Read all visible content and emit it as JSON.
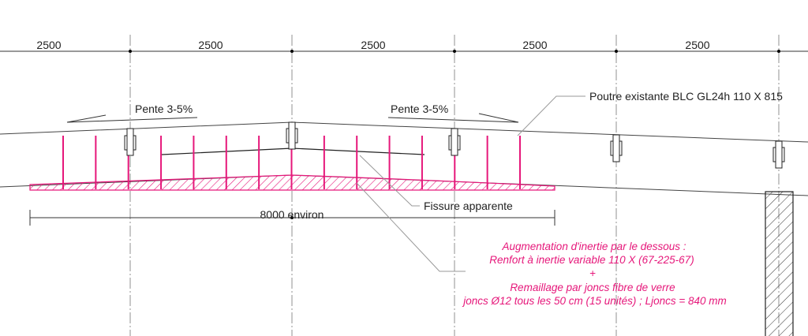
{
  "colors": {
    "reinforcement": "#e6177a",
    "line": "#222222",
    "leader": "#999999"
  },
  "dimensions": {
    "spans": [
      "2500",
      "2500",
      "2500",
      "2500",
      "2500"
    ],
    "reinforcement_length": "8000 environ"
  },
  "labels": {
    "slope_left": "Pente 3-5%",
    "slope_right": "Pente 3-5%",
    "beam": "Poutre existante BLC GL24h 110 X 815",
    "crack": "Fissure apparente"
  },
  "note": {
    "line1": "Augmentation d'inertie par le dessous :",
    "line2": "Renfort à inertie variable 110 X (67-225-67)",
    "line3": "+",
    "line4": "Remaillage par joncs fibre de verre",
    "line5": "joncs Ø12 tous les 50 cm (15 unités) ; Ljoncs = 840 mm"
  },
  "rods": {
    "count": 15
  }
}
